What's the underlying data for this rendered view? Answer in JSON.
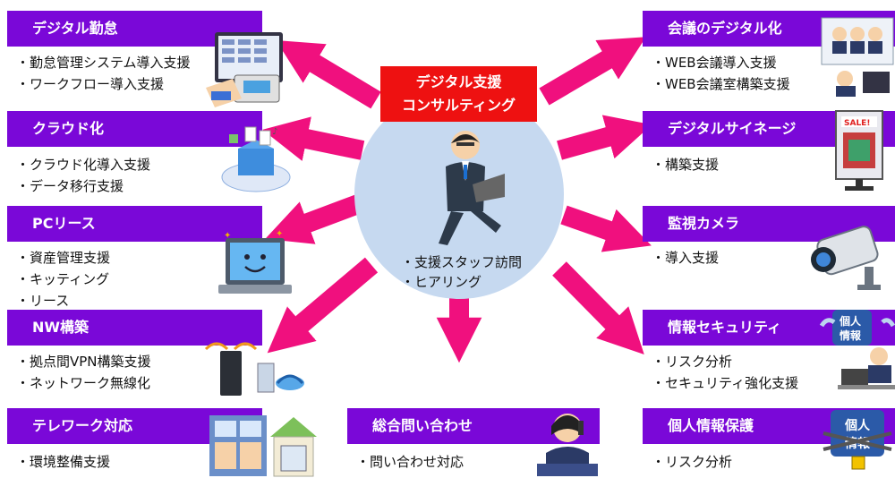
{
  "center": {
    "title_line1": "デジタル支援",
    "title_line2": "コンサルティング",
    "items": [
      "・支援スタッフ訪問",
      "・ヒアリング"
    ]
  },
  "left_boxes": [
    {
      "title": "デジタル勤怠",
      "items": [
        "・勤怠管理システム導入支援",
        "・ワークフロー導入支援"
      ]
    },
    {
      "title": "クラウド化",
      "items": [
        "・クラウド化導入支援",
        "・データ移行支援"
      ]
    },
    {
      "title": "PCリース",
      "items": [
        "・資産管理支援",
        "・キッティング",
        "・リース"
      ]
    },
    {
      "title": "NW構築",
      "items": [
        "・拠点間VPN構築支援",
        "・ネットワーク無線化"
      ]
    },
    {
      "title": "テレワーク対応",
      "items": [
        "・環境整備支援"
      ]
    }
  ],
  "bottom_box": {
    "title": "総合問い合わせ",
    "items": [
      "・問い合わせ対応"
    ]
  },
  "right_boxes": [
    {
      "title": "会議のデジタル化",
      "items": [
        "・WEB会議導入支援",
        "・WEB会議室構築支援"
      ]
    },
    {
      "title": "デジタルサイネージ",
      "items": [
        "・構築支援"
      ]
    },
    {
      "title": "監視カメラ",
      "items": [
        "・導入支援"
      ]
    },
    {
      "title": "情報セキュリティ",
      "items": [
        "・リスク分析",
        "・セキュリティ強化支援"
      ]
    },
    {
      "title": "個人情報保護",
      "items": [
        "・リスク分析"
      ]
    }
  ],
  "illustration_text": {
    "privacy_badge_line1": "個人",
    "privacy_badge_line2": "情報",
    "signage_sale": "SALE!"
  },
  "colors": {
    "box": "#7a08d8",
    "center_label": "#ee1111",
    "arrow": "#f0107e",
    "circle": "#c6d9f0"
  }
}
